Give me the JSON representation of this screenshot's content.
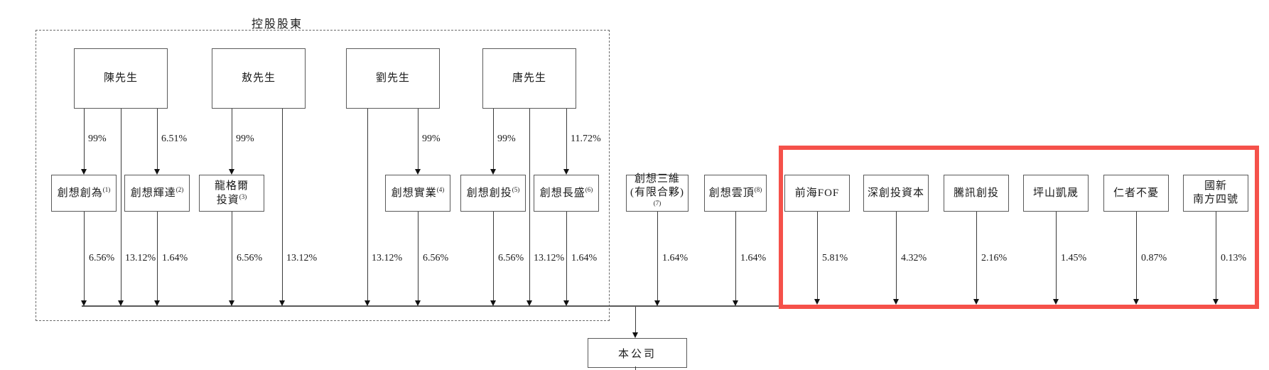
{
  "group_label": "控股股東",
  "company": {
    "label": "本公司"
  },
  "persons": [
    {
      "name": "陳先生"
    },
    {
      "name": "敖先生"
    },
    {
      "name": "劉先生"
    },
    {
      "name": "唐先生"
    }
  ],
  "subsidiaries": [
    {
      "name": "創想創為",
      "sup": "(1)",
      "stake_from_parent": "99%",
      "stake_in_company": "6.56%"
    },
    {
      "name": "創想輝達",
      "sup": "(2)",
      "stake_from_parent": "6.51%",
      "stake_in_company": "1.64%"
    },
    {
      "name": "龍格爾",
      "name_line2": "投資",
      "sup": "(3)",
      "stake_from_parent": "99%",
      "stake_in_company": "6.56%"
    },
    {
      "name": "創想實業",
      "sup": "(4)",
      "stake_from_parent": "99%",
      "stake_in_company": "6.56%"
    },
    {
      "name": "創想創投",
      "sup": "(5)",
      "stake_from_parent": "99%",
      "stake_in_company": "6.56%"
    },
    {
      "name": "創想長盛",
      "sup": "(6)",
      "stake_from_parent": "11.72%",
      "stake_in_company": "1.64%"
    }
  ],
  "direct_stakes": [
    "13.12%",
    "13.12%",
    "13.12%",
    "13.12%"
  ],
  "partnerships": [
    {
      "name": "創想三維",
      "name_line2": "(有限合夥)",
      "sup": "(7)",
      "stake_in_company": "1.64%"
    },
    {
      "name": "創想雲頂",
      "sup": "(8)",
      "stake_in_company": "1.64%"
    }
  ],
  "investors": [
    {
      "name": "前海FOF",
      "stake_in_company": "5.81%"
    },
    {
      "name": "深創投資本",
      "stake_in_company": "4.32%"
    },
    {
      "name": "騰訊創投",
      "stake_in_company": "2.16%"
    },
    {
      "name": "坪山凱晟",
      "stake_in_company": "1.45%"
    },
    {
      "name": "仁者不憂",
      "stake_in_company": "0.87%"
    },
    {
      "name": "國新",
      "name_line2": "南方四號",
      "stake_in_company": "0.13%"
    }
  ],
  "colors": {
    "highlight_red": "#f5514a",
    "line": "#3a3a3a"
  }
}
